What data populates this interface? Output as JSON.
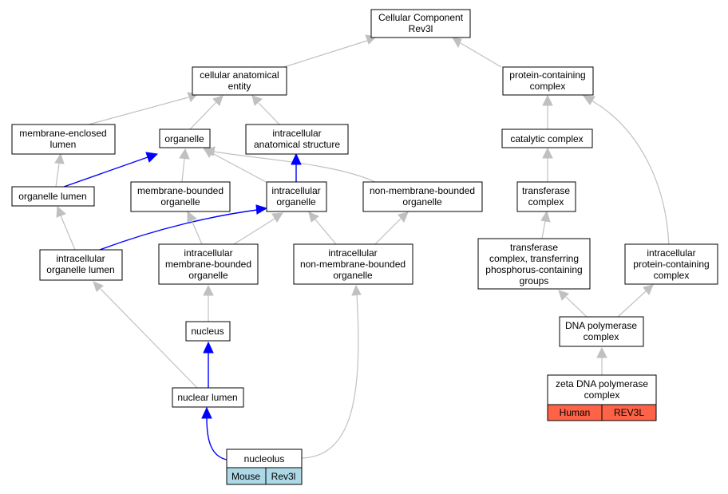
{
  "colors": {
    "gray_edge": "#c0c0c0",
    "blue_edge": "#0000ff",
    "human_cell": "#ff6347",
    "mouse_cell": "#add8e6"
  },
  "nodes": {
    "root": [
      "Cellular Component",
      "Rev3l"
    ],
    "cae": [
      "cellular anatomical",
      "entity"
    ],
    "pcc": [
      "protein-containing",
      "complex"
    ],
    "mel": [
      "membrane-enclosed",
      "lumen"
    ],
    "org": [
      "organelle"
    ],
    "ias": [
      "intracellular",
      "anatomical structure"
    ],
    "cat": [
      "catalytic complex"
    ],
    "orl": [
      "organelle lumen"
    ],
    "mbo": [
      "membrane-bounded",
      "organelle"
    ],
    "io": [
      "intracellular",
      "organelle"
    ],
    "nmbo": [
      "non-membrane-bounded",
      "organelle"
    ],
    "tc": [
      "transferase",
      "complex"
    ],
    "iol": [
      "intracellular",
      "organelle lumen"
    ],
    "imbo": [
      "intracellular",
      "membrane-bounded",
      "organelle"
    ],
    "inmbo": [
      "intracellular",
      "non-membrane-bounded",
      "organelle"
    ],
    "tctp": [
      "transferase",
      "complex, transferring",
      "phosphorus-containing",
      "groups"
    ],
    "ipcc": [
      "intracellular",
      "protein-containing",
      "complex"
    ],
    "nuc": [
      "nucleus"
    ],
    "dpc": [
      "DNA polymerase",
      "complex"
    ],
    "nl": [
      "nuclear lumen"
    ],
    "zeta": [
      "zeta DNA polymerase",
      "complex"
    ],
    "nucleolus": [
      "nucleolus"
    ]
  },
  "gene_cells": {
    "zeta_species": "Human",
    "zeta_gene": "REV3L",
    "nucleolus_species": "Mouse",
    "nucleolus_gene": "Rev3l"
  }
}
